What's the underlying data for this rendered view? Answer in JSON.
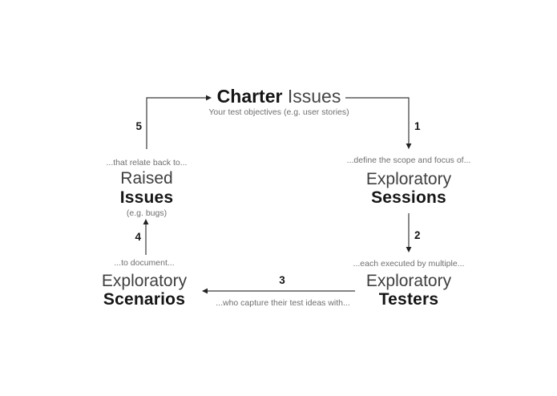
{
  "diagram": {
    "charter": {
      "title_bold": "Charter",
      "title_regular": "Issues",
      "subtitle": "Your test objectives (e.g. user stories)"
    },
    "nodes": {
      "sessions": {
        "caption": "...define the scope and focus of...",
        "line1": "Exploratory",
        "line2": "Sessions"
      },
      "testers": {
        "caption": "...each executed by multiple...",
        "line1": "Exploratory",
        "line2": "Testers"
      },
      "scenarios": {
        "caption": "...to document...",
        "line1": "Exploratory",
        "line2": "Scenarios"
      },
      "raised_issues": {
        "caption": "...that relate back to...",
        "line1": "Raised",
        "line2": "Issues",
        "note": "(e.g. bugs)"
      }
    },
    "arrows": {
      "step1": {
        "label": "1"
      },
      "step2": {
        "label": "2"
      },
      "step3": {
        "label": "3",
        "caption": "...who capture their test ideas with..."
      },
      "step4": {
        "label": "4"
      },
      "step5": {
        "label": "5"
      }
    },
    "colors": {
      "background": "#ffffff",
      "text_primary": "#151515",
      "text_secondary": "#3f3f3f",
      "text_muted": "#6f6f6f",
      "line": "#3a3a3a"
    }
  }
}
